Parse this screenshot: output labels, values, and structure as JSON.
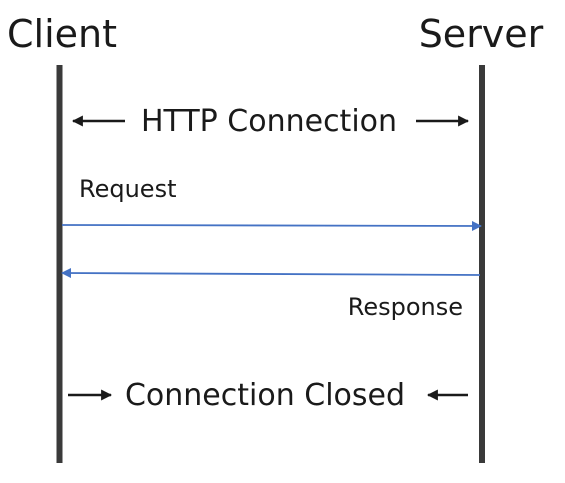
{
  "participants": {
    "client": "Client",
    "server": "Server"
  },
  "connection": {
    "open_label": "HTTP Connection",
    "closed_label": "Connection Closed"
  },
  "messages": {
    "request": "Request",
    "response": "Response"
  },
  "colors": {
    "lifeline": "#3a3a3a",
    "message_arrow": "#4472c4",
    "black_arrow": "#1a1a1a",
    "text": "#1a1a1a"
  }
}
